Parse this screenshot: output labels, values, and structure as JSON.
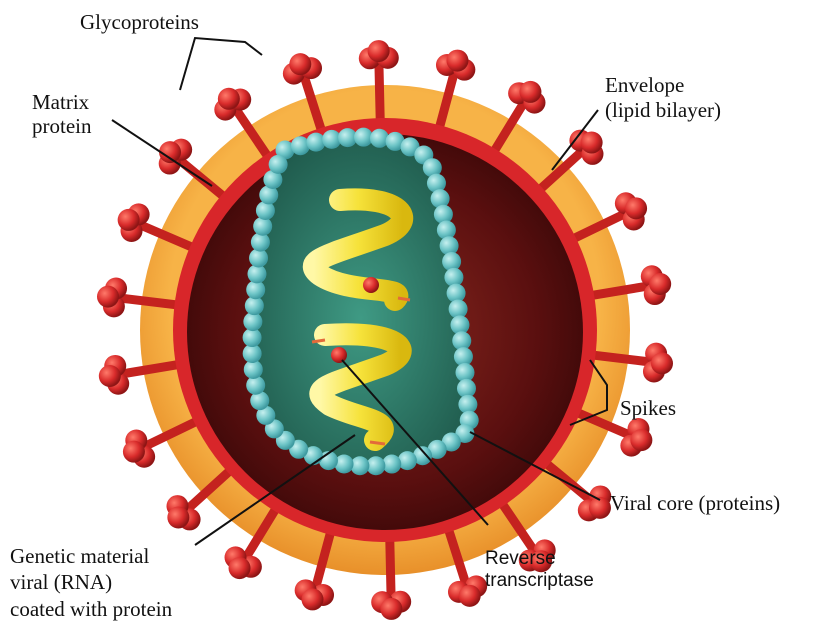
{
  "labels": {
    "glycoproteins": "Glycoproteins",
    "matrix_line1": "Matrix",
    "matrix_line2": "protein",
    "envelope_line1": "Envelope",
    "envelope_line2": "(lipid bilayer)",
    "spikes": "Spikes",
    "viral_core": "Viral core (proteins)",
    "genetic_line1": "Genetic material",
    "genetic_line2": "viral (RNA)",
    "genetic_line3": "coated with protein",
    "reverse_line1": "Reverse",
    "reverse_line2": "transcriptase"
  },
  "colors": {
    "envelope": "#f2a33a",
    "matrix": "#d8262a",
    "interior": "#5a0f0f",
    "spike": "#d92b2b",
    "core_bead": "#6cc4c6",
    "core_fill": "#2f7a68",
    "rna": "#f6e23a",
    "enzyme": "#c8281e",
    "leader_line": "#111111"
  }
}
